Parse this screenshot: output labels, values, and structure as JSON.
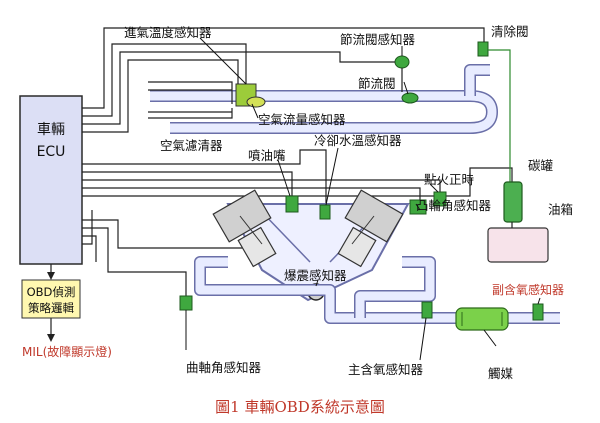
{
  "ecu": {
    "line1": "車輛",
    "line2": "ECU"
  },
  "obd_box": {
    "line1": "OBD偵測",
    "line2": "策略邏輯"
  },
  "mil_label": "MIL(故障顯示燈)",
  "labels": {
    "intake_temp_sensor": "進氣溫度感知器",
    "throttle_sensor": "節流閥感知器",
    "purge_valve": "清除閥",
    "throttle_valve": "節流閥",
    "air_flow_sensor": "空氣流量感知器",
    "air_filter": "空氣濾清器",
    "injector": "噴油嘴",
    "coolant_temp_sensor": "冷卻水溫感知器",
    "ignition_timing": "點火正時",
    "cam_angle_sensor": "凸輪角感知器",
    "canister": "碳罐",
    "fuel_tank": "油箱",
    "knock_sensor": "爆震感知器",
    "sub_o2_sensor": "副含氧感知器",
    "crank_angle_sensor": "曲軸角感知器",
    "main_o2_sensor": "主含氧感知器",
    "catalyst": "觸媒"
  },
  "caption": "圖1 車輛OBD系統示意圖",
  "colors": {
    "ecu_fill": "#dcdff5",
    "tube_stroke": "#6a6fa8",
    "tube_fill": "#e8ecff",
    "obd_box_fill": "#fff8b0",
    "sensor_green": "#3fa83f",
    "canister_green": "#4caf50",
    "tank_fill": "#f7e3ea",
    "catalyst_green": "#7bd14a",
    "caption_red": "#c0392b"
  }
}
